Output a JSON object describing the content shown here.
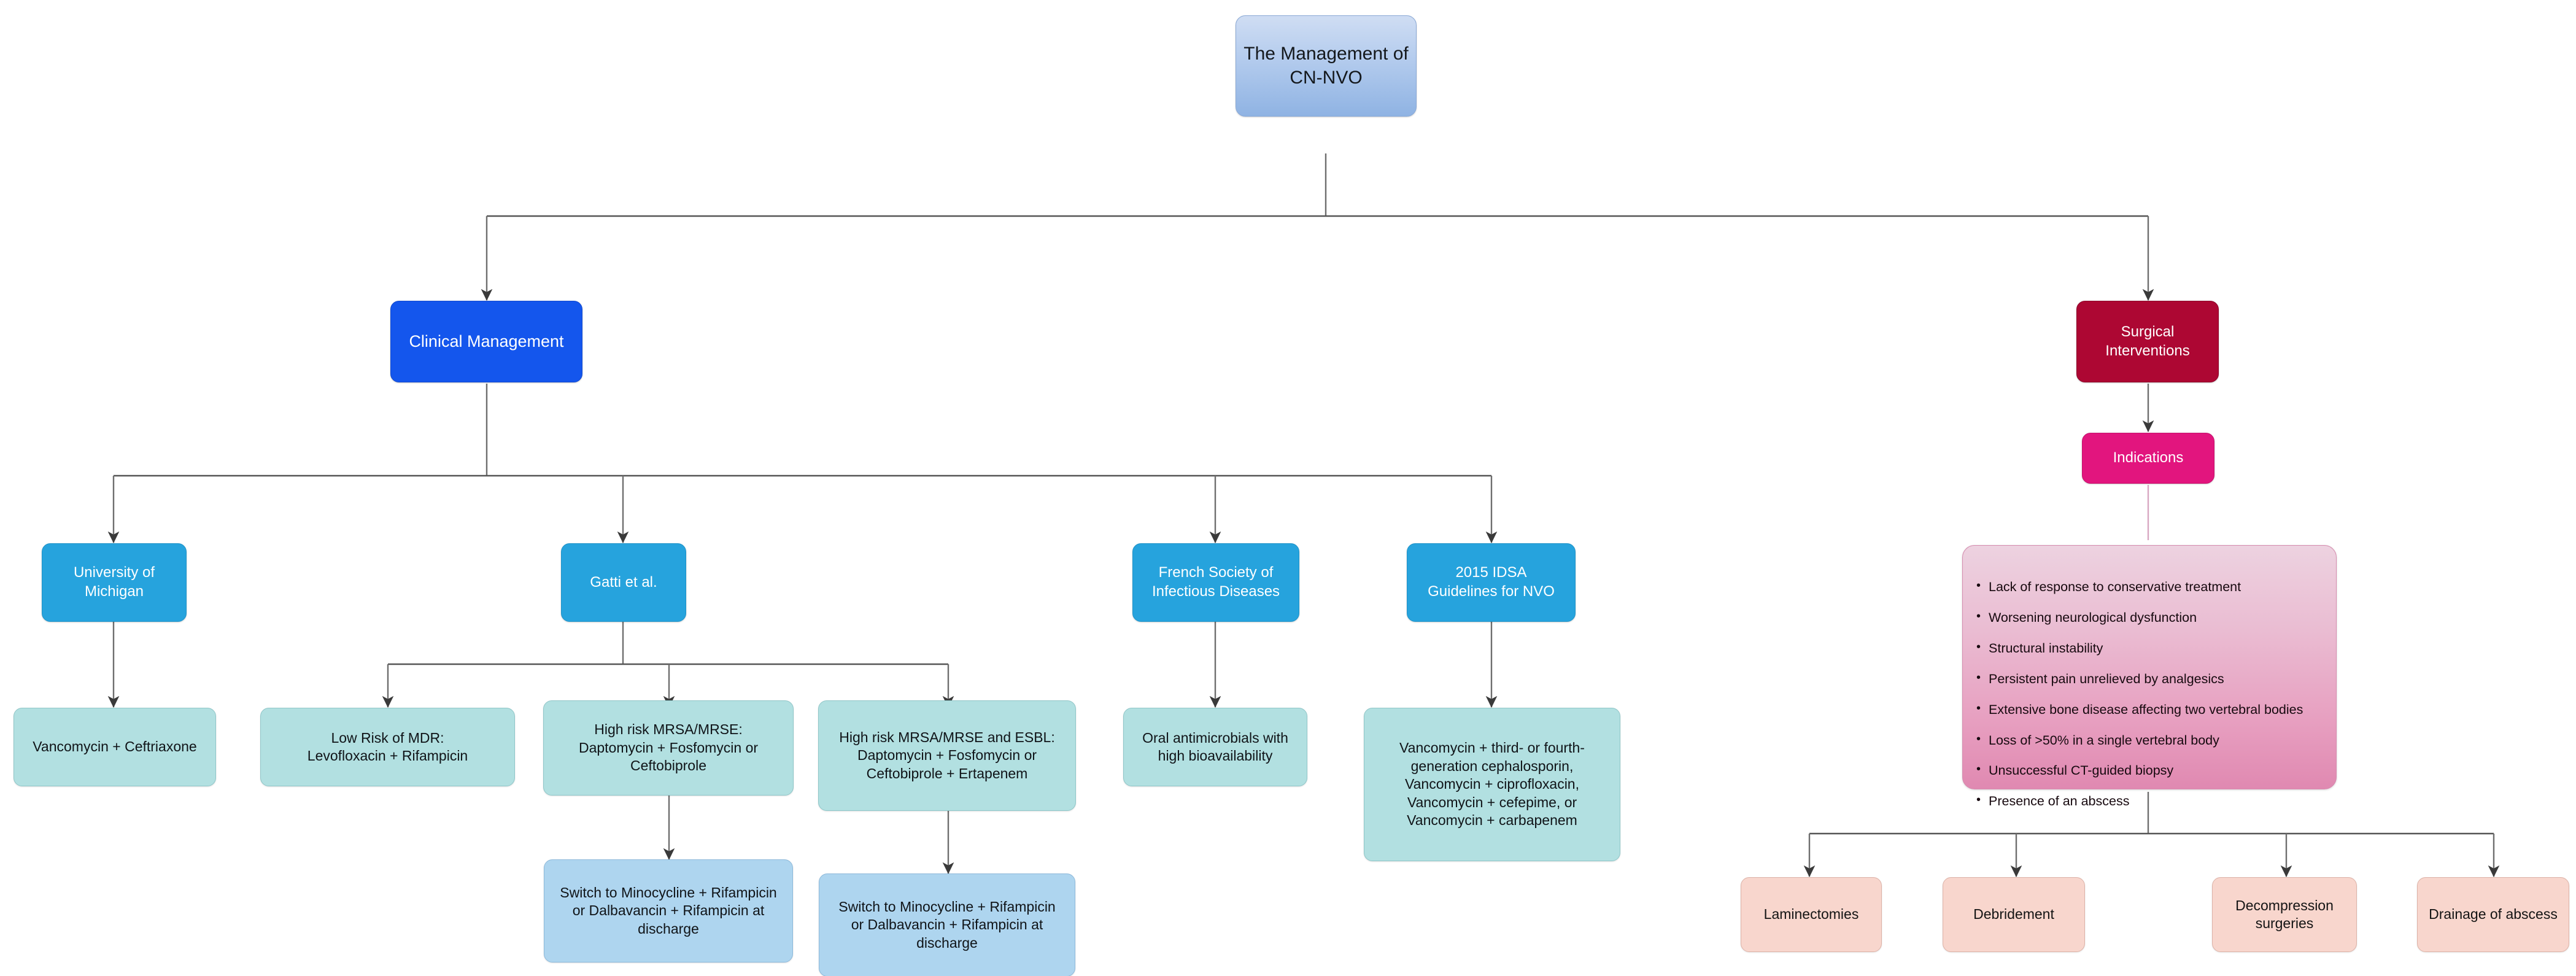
{
  "diagram": {
    "title": "The Management of CN-NVO",
    "type": "flowchart",
    "colors": {
      "root": "#b6cdee",
      "clinical_branch": "#1456ed",
      "guideline_node": "#26a3dd",
      "regimen_leaf": "#b2e0e1",
      "discharge_leaf": "#aed5ef",
      "surgical_branch": "#ad0733",
      "indications_node": "#e2157e",
      "indications_panel": "#e79fc0",
      "procedure_leaf": "#f8d6cd",
      "edge": "#606060"
    }
  },
  "nodes": {
    "root": {
      "label": "The Management of\nCN-NVO"
    },
    "clinical_management": {
      "label": "Clinical Management"
    },
    "surgical_interventions": {
      "label": "Surgical\nInterventions"
    },
    "indications": {
      "label": "Indications"
    },
    "university_of_michigan": {
      "label": "University of\nMichigan"
    },
    "gatti": {
      "label": "Gatti et al."
    },
    "french_society": {
      "label": "French Society of\nInfectious Diseases"
    },
    "idsa_2015": {
      "label": "2015 IDSA\nGuidelines for NVO"
    },
    "michigan_regimen": {
      "label": "Vancomycin + Ceftriaxone"
    },
    "gatti_low_risk": {
      "label": "Low Risk of MDR:\nLevofloxacin + Rifampicin"
    },
    "gatti_high_mrsa": {
      "label": "High risk MRSA/MRSE:\nDaptomycin + Fosfomycin or\nCeftobiprole"
    },
    "gatti_high_mrsa_esbl": {
      "label": "High risk MRSA/MRSE and ESBL:\nDaptomycin + Fosfomycin or\nCeftobiprole + Ertapenem"
    },
    "gatti_switch_1": {
      "label": "Switch to Minocycline + Rifampicin\nor Dalbavancin + Rifampicin at\ndischarge"
    },
    "gatti_switch_2": {
      "label": "Switch to Minocycline + Rifampicin\nor Dalbavancin + Rifampicin at\ndischarge"
    },
    "french_regimen": {
      "label": "Oral antimicrobials with\nhigh bioavailability"
    },
    "idsa_regimen": {
      "label": "Vancomycin + third- or fourth-\ngeneration cephalosporin,\nVancomycin + ciprofloxacin,\nVancomycin + cefepime, or\nVancomycin + carbapenem"
    },
    "indications_list": {
      "items": [
        "Lack of response to conservative treatment",
        "Worsening neurological dysfunction",
        "Structural instability",
        "Persistent pain unrelieved by analgesics",
        "Extensive bone disease affecting two vertebral bodies",
        "Loss of >50% in a single vertebral body",
        "Unsuccessful CT-guided biopsy",
        "Presence of an abscess"
      ]
    },
    "laminectomies": {
      "label": "Laminectomies"
    },
    "debridement": {
      "label": "Debridement"
    },
    "decompression": {
      "label": "Decompression\nsurgeries"
    },
    "drainage": {
      "label": "Drainage of abscess"
    }
  }
}
